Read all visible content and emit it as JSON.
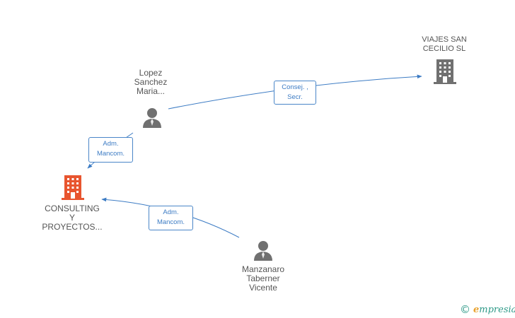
{
  "nodes": {
    "viajes": {
      "label_lines": [
        "VIAJES SAN",
        "CECILIO SL"
      ],
      "color": "#707070",
      "type": "company"
    },
    "lopez": {
      "label_lines": [
        "Lopez",
        "Sanchez",
        "Maria..."
      ],
      "color": "#707070",
      "type": "person"
    },
    "consulting": {
      "label_lines": [
        "CONSULTING",
        "Y",
        "PROYECTOS..."
      ],
      "color": "#e8552f",
      "type": "company"
    },
    "manzanaro": {
      "label_lines": [
        "Manzanaro",
        "Taberner",
        "Vicente"
      ],
      "color": "#707070",
      "type": "person"
    }
  },
  "edges": {
    "lopez_viajes": {
      "label_lines": [
        "Consej. ,",
        "Secr."
      ]
    },
    "lopez_consulting": {
      "label_lines": [
        "Adm.",
        "Mancom."
      ]
    },
    "manzanaro_consulting": {
      "label_lines": [
        "Adm.",
        "Mancom."
      ]
    }
  },
  "colors": {
    "edge": "#3d7cc4"
  },
  "brand": {
    "copyright_symbol": "©",
    "name_initial": "e",
    "name_rest": "mpresia"
  }
}
